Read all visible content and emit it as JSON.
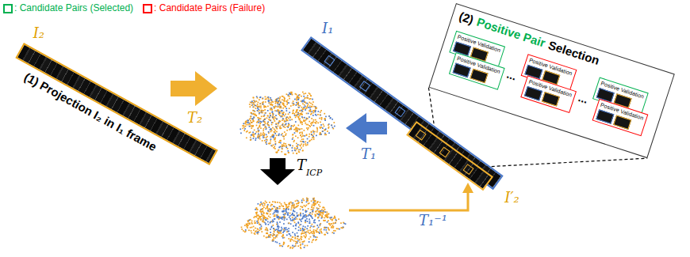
{
  "diagram": {
    "nodes": [
      {
        "text": [
          "I₂",
          "(1) Projection I₂ in I₁ frame"
        ]
      },
      {
        "text": [
          "I₁"
        ]
      },
      {
        "text": [
          "I′₂"
        ]
      },
      {
        "text": [
          "(2)",
          "Positive Pair",
          "Selection"
        ]
      },
      {
        "text": [
          "Positive Validation"
        ],
        "in": 3
      },
      {
        "text": [
          "Positive Validation"
        ],
        "in": 3
      },
      {
        "text": [
          "Positive Validation"
        ],
        "in": 3
      },
      {
        "text": [
          "Positive Validation"
        ],
        "in": 3
      },
      {
        "text": [
          "Positive Validation"
        ],
        "in": 3
      },
      {
        "text": [
          "Positive Validation"
        ],
        "in": 3
      }
    ],
    "edges": [
      {
        "from": 2,
        "to": 3,
        "arrow": "none"
      }
    ],
    "labels": [
      "T₂",
      "T₁",
      "T",
      "ICP",
      "T₁⁻¹",
      "...",
      "..."
    ],
    "legend": [
      {
        "text": ": Candidate Pairs (Selected)",
        "color": "#00b050"
      },
      {
        "text": ": Candidate Pairs (Failure)",
        "color": "#ff0000"
      }
    ]
  }
}
